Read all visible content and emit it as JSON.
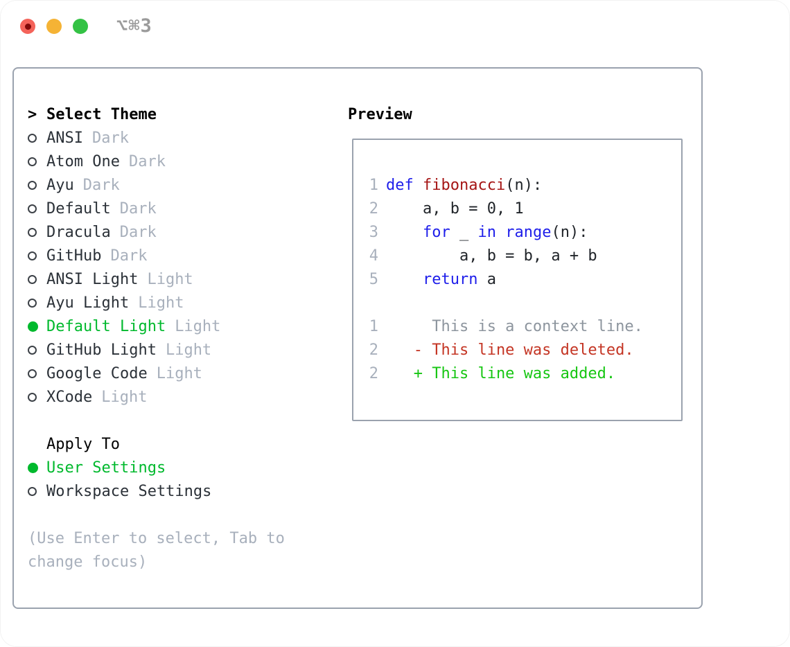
{
  "titlebar": {
    "shortcut": "⌥⌘3"
  },
  "theme_selector": {
    "prompt": ">",
    "title": "Select Theme",
    "themes": [
      {
        "name": "ANSI",
        "variant": "Dark",
        "selected": false
      },
      {
        "name": "Atom One",
        "variant": "Dark",
        "selected": false
      },
      {
        "name": "Ayu",
        "variant": "Dark",
        "selected": false
      },
      {
        "name": "Default",
        "variant": "Dark",
        "selected": false
      },
      {
        "name": "Dracula",
        "variant": "Dark",
        "selected": false
      },
      {
        "name": "GitHub",
        "variant": "Dark",
        "selected": false
      },
      {
        "name": "ANSI Light",
        "variant": "Light",
        "selected": false
      },
      {
        "name": "Ayu Light",
        "variant": "Light",
        "selected": false
      },
      {
        "name": "Default Light",
        "variant": "Light",
        "selected": true
      },
      {
        "name": "GitHub Light",
        "variant": "Light",
        "selected": false
      },
      {
        "name": "Google Code",
        "variant": "Light",
        "selected": false
      },
      {
        "name": "XCode",
        "variant": "Light",
        "selected": false
      }
    ]
  },
  "apply_to": {
    "title": "Apply To",
    "options": [
      {
        "name": "User Settings",
        "selected": true
      },
      {
        "name": "Workspace Settings",
        "selected": false
      }
    ]
  },
  "hint_lines": [
    "(Use Enter to select, Tab to",
    "change focus)"
  ],
  "preview": {
    "title": "Preview",
    "lines": [
      {
        "num": "1",
        "segments": [
          {
            "text": "def ",
            "style": "keyword"
          },
          {
            "text": "fibonacci",
            "style": "function"
          },
          {
            "text": "(n):",
            "style": "code"
          }
        ]
      },
      {
        "num": "2",
        "segments": [
          {
            "text": "    a, b = 0, 1",
            "style": "code"
          }
        ]
      },
      {
        "num": "3",
        "segments": [
          {
            "text": "    ",
            "style": "code"
          },
          {
            "text": "for",
            "style": "keyword"
          },
          {
            "text": " _ ",
            "style": "code"
          },
          {
            "text": "in",
            "style": "keyword"
          },
          {
            "text": " ",
            "style": "code"
          },
          {
            "text": "range",
            "style": "keyword"
          },
          {
            "text": "(n):",
            "style": "code"
          }
        ]
      },
      {
        "num": "4",
        "segments": [
          {
            "text": "        a, b = b, a + b",
            "style": "code"
          }
        ]
      },
      {
        "num": "5",
        "segments": [
          {
            "text": "    ",
            "style": "code"
          },
          {
            "text": "return",
            "style": "keyword"
          },
          {
            "text": " a",
            "style": "code"
          }
        ]
      },
      {
        "num": "",
        "segments": []
      },
      {
        "num": "1",
        "segments": [
          {
            "text": "     This is a context line.",
            "style": "context"
          }
        ]
      },
      {
        "num": "2",
        "segments": [
          {
            "text": "   - This line was deleted.",
            "style": "deleted"
          }
        ]
      },
      {
        "num": "2",
        "segments": [
          {
            "text": "   + This line was added.",
            "style": "added"
          }
        ]
      }
    ]
  },
  "colors": {
    "selected_green": "#00b92d",
    "keyword_blue": "#1e1eea",
    "function_red": "#a51515",
    "diff_added": "#16c612",
    "diff_deleted": "#c43524",
    "context_gray": "#8d959e",
    "muted_gray": "#a8b0bc",
    "border_gray": "#9aa2ae",
    "traffic_red": "#f4635a",
    "traffic_yellow": "#f5b335",
    "traffic_green": "#34c245"
  }
}
